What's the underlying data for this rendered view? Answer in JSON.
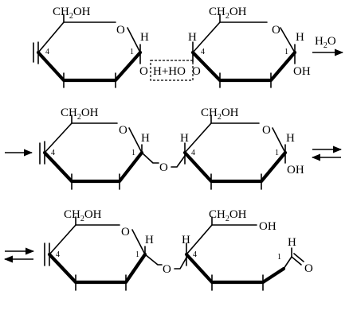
{
  "labels": {
    "ch2oh": "CH2OH",
    "o": "O",
    "h": "H",
    "oh": "OH",
    "c4": "4",
    "c1": "1",
    "water_bracket": "H+HO",
    "water": "H2O"
  },
  "arrows": {
    "row1_right": "right",
    "row2_left": "right",
    "row2_right": "equilibrium",
    "row3_left": "equilibrium"
  }
}
